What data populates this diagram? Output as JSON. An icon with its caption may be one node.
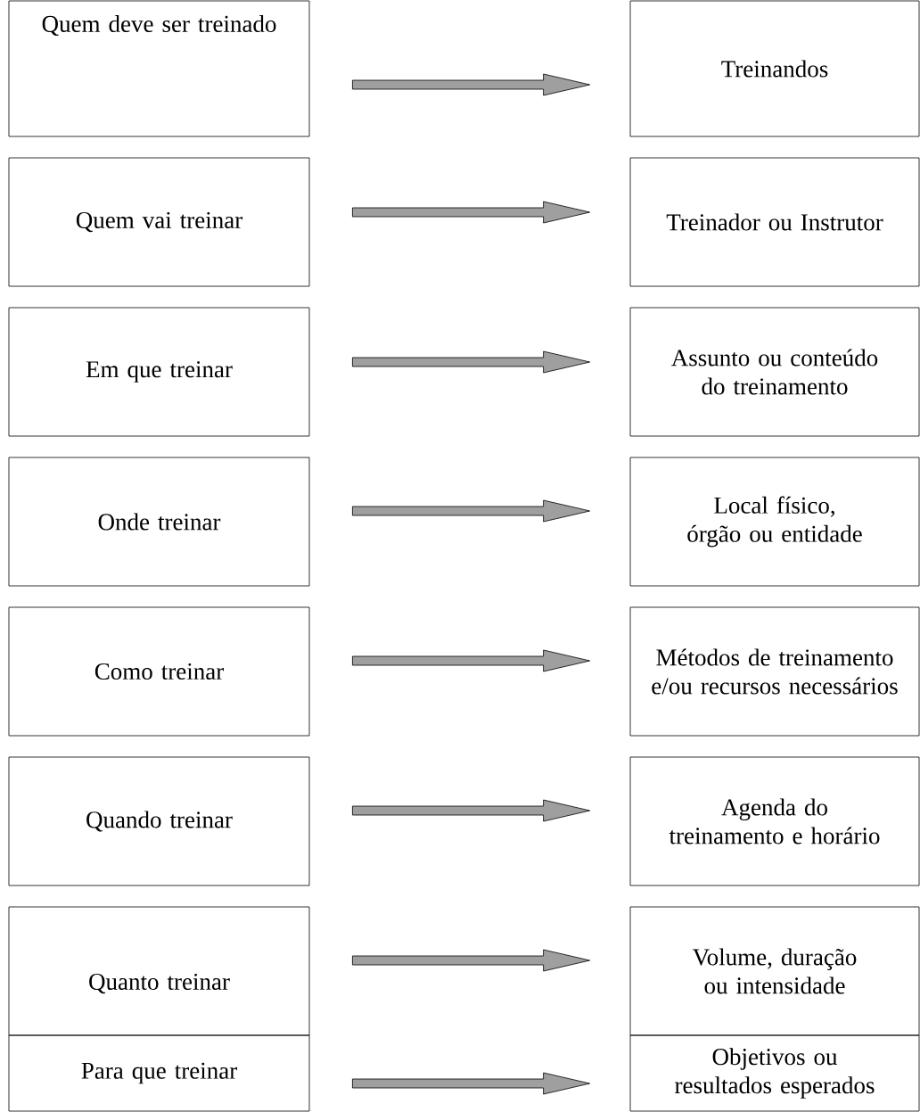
{
  "diagram": {
    "nodes": [
      {
        "text": [
          "Quem deve ser treinado"
        ]
      },
      {
        "text": [
          "Treinandos"
        ]
      },
      {
        "text": [
          "Quem vai treinar"
        ]
      },
      {
        "text": [
          "Treinador ou Instrutor"
        ]
      },
      {
        "text": [
          "Em que treinar"
        ]
      },
      {
        "text": [
          "Assunto ou conteúdo do treinamento"
        ]
      },
      {
        "text": [
          "Onde treinar"
        ]
      },
      {
        "text": [
          "Local físico, órgão ou entidade"
        ]
      },
      {
        "text": [
          "Como treinar"
        ]
      },
      {
        "text": [
          "Métodos de treinamento e/ou recursos necessários"
        ]
      },
      {
        "text": [
          "Quando treinar"
        ]
      },
      {
        "text": [
          "Agenda do treinamento e horário"
        ]
      },
      {
        "text": [
          "Quanto treinar"
        ]
      },
      {
        "text": [
          "Volume, duração ou intensidade"
        ]
      },
      {
        "text": [
          "Para que treinar"
        ]
      },
      {
        "text": [
          "Objetivos ou resultados esperados"
        ]
      }
    ],
    "edges": [
      {
        "from": 0,
        "to": 1,
        "arrow": "to"
      },
      {
        "from": 2,
        "to": 3,
        "arrow": "to"
      },
      {
        "from": 4,
        "to": 5,
        "arrow": "to"
      },
      {
        "from": 6,
        "to": 7,
        "arrow": "to"
      },
      {
        "from": 8,
        "to": 9,
        "arrow": "to"
      },
      {
        "from": 10,
        "to": 11,
        "arrow": "to"
      },
      {
        "from": 12,
        "to": 13,
        "arrow": "to"
      },
      {
        "from": 14,
        "to": 15,
        "arrow": "to"
      }
    ]
  }
}
